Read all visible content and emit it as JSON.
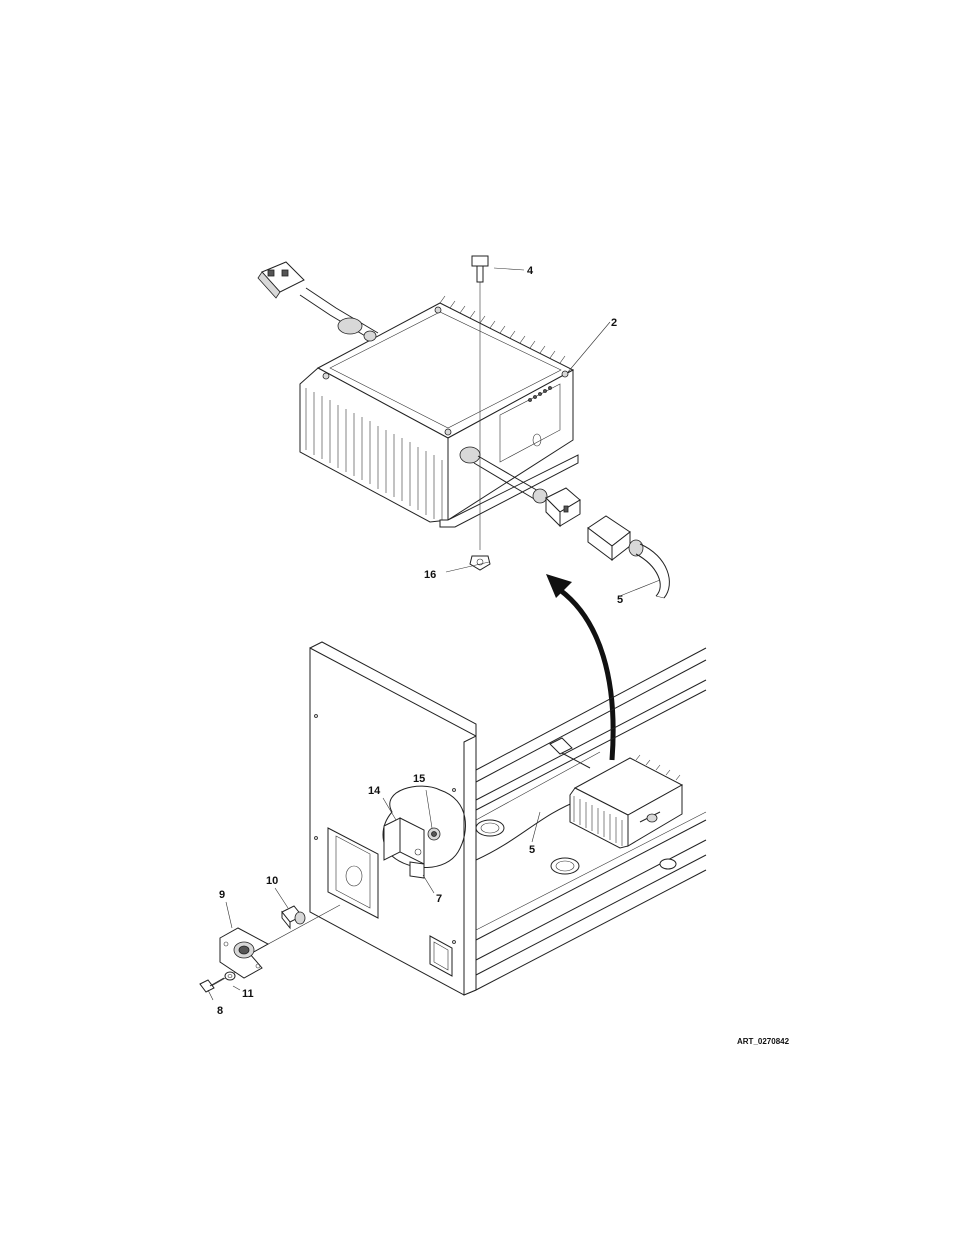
{
  "callouts": {
    "c2": "2",
    "c4": "4",
    "c5a": "5",
    "c5b": "5",
    "c7": "7",
    "c8": "8",
    "c9": "9",
    "c10": "10",
    "c11": "11",
    "c14": "14",
    "c15": "15",
    "c16": "16"
  },
  "art_id": "ART_0270842"
}
